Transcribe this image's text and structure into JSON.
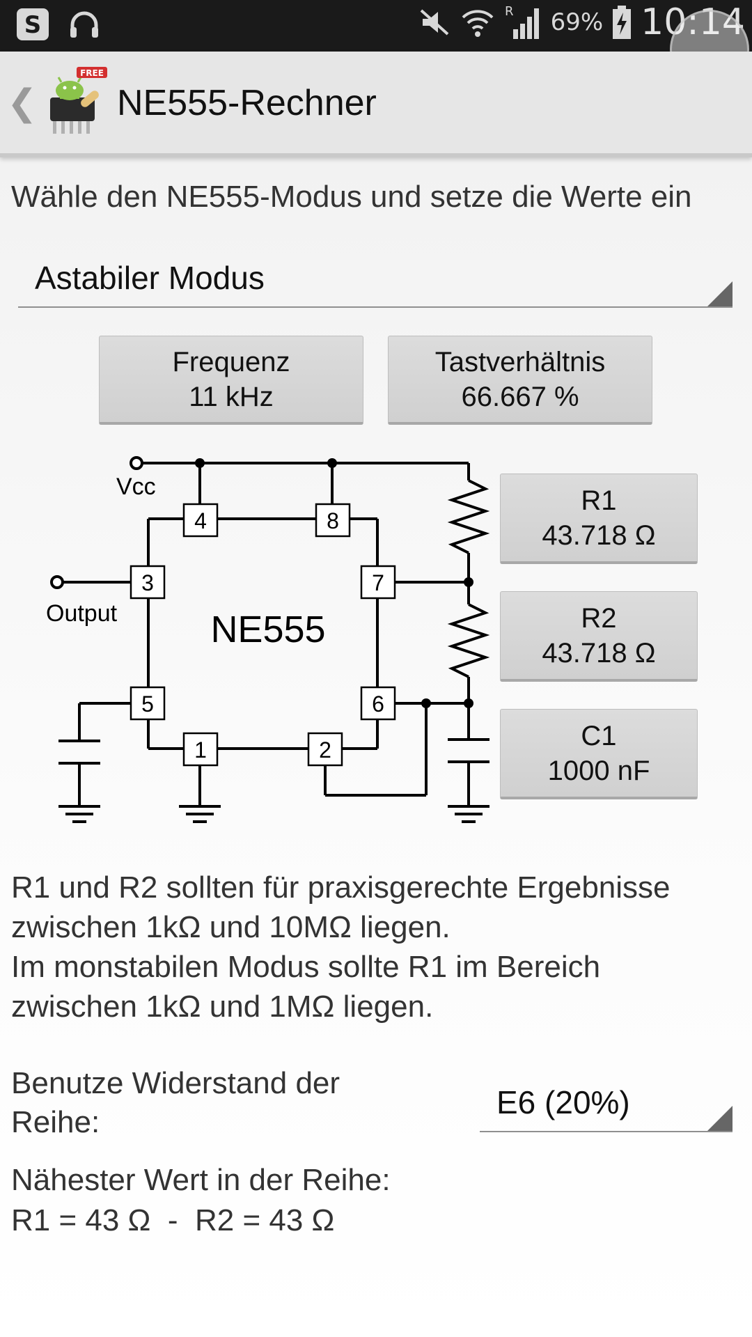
{
  "status_bar": {
    "battery_percent": "69%",
    "time": "10:14",
    "icons": [
      "skype-icon",
      "headphones-icon",
      "mute-icon",
      "wifi-icon",
      "roaming-signal-icon",
      "battery-charging-icon"
    ]
  },
  "action_bar": {
    "title": "NE555-Rechner",
    "icon_badge": "FREE"
  },
  "intro_text": "Wähle den NE555-Modus und setze die Werte ein",
  "mode_spinner": {
    "value": "Astabiler Modus"
  },
  "results": {
    "frequency": {
      "label": "Frequenz",
      "value": "11 kHz"
    },
    "duty_cycle": {
      "label": "Tastverhältnis",
      "value": "66.667 %"
    }
  },
  "circuit": {
    "chip_label": "NE555",
    "vcc_label": "Vcc",
    "output_label": "Output",
    "pins": [
      "4",
      "8",
      "3",
      "7",
      "5",
      "6",
      "1",
      "2"
    ]
  },
  "components": {
    "r1": {
      "label": "R1",
      "value": "43.718 Ω"
    },
    "r2": {
      "label": "R2",
      "value": "43.718 Ω"
    },
    "c1": {
      "label": "C1",
      "value": "1000 nF"
    }
  },
  "note_lines": [
    "R1 und R2 sollten für praxisgerechte Ergebnisse",
    "zwischen 1kΩ und 10MΩ liegen.",
    "Im monstabilen Modus sollte R1 im Bereich",
    "zwischen 1kΩ und 1MΩ liegen."
  ],
  "series": {
    "label_lines": [
      "Benutze Widerstand der",
      "Reihe:"
    ],
    "value": "E6 (20%)"
  },
  "nearest": {
    "title": "Nähester Wert in der Reihe:",
    "result": "R1 = 43 Ω  -  R2 = 43 Ω"
  }
}
